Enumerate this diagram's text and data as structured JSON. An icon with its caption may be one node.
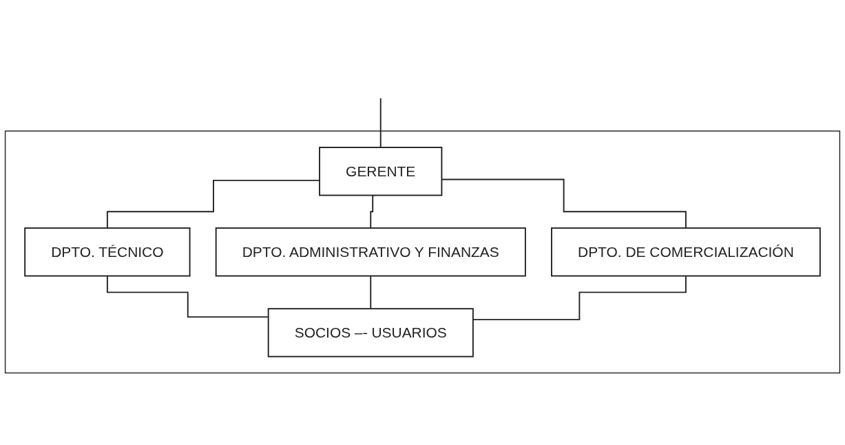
{
  "diagram": {
    "nodes": [
      {
        "text": [],
        "shape": "box"
      },
      {
        "text": [
          "GERENTE"
        ],
        "in": 0
      },
      {
        "text": [
          "DPTO. TÉCNICO"
        ],
        "in": 0
      },
      {
        "text": [
          "DPTO. ADMINISTRATIVO Y FINANZAS"
        ],
        "in": 0
      },
      {
        "text": [
          "DPTO. DE COMERCIALIZACIÓN"
        ],
        "in": 0
      },
      {
        "text": [
          "SOCIOS –- USUARIOS"
        ],
        "in": 0
      }
    ],
    "edges": [
      {
        "from": null,
        "to": 1,
        "arrow": "none"
      },
      {
        "from": 1,
        "to": 2,
        "arrow": "none"
      },
      {
        "from": 1,
        "to": 3,
        "arrow": "none"
      },
      {
        "from": 1,
        "to": 4,
        "arrow": "none"
      },
      {
        "from": 2,
        "to": 5,
        "arrow": "none"
      },
      {
        "from": 3,
        "to": 5,
        "arrow": "none"
      },
      {
        "from": 4,
        "to": 5,
        "arrow": "none"
      }
    ]
  }
}
